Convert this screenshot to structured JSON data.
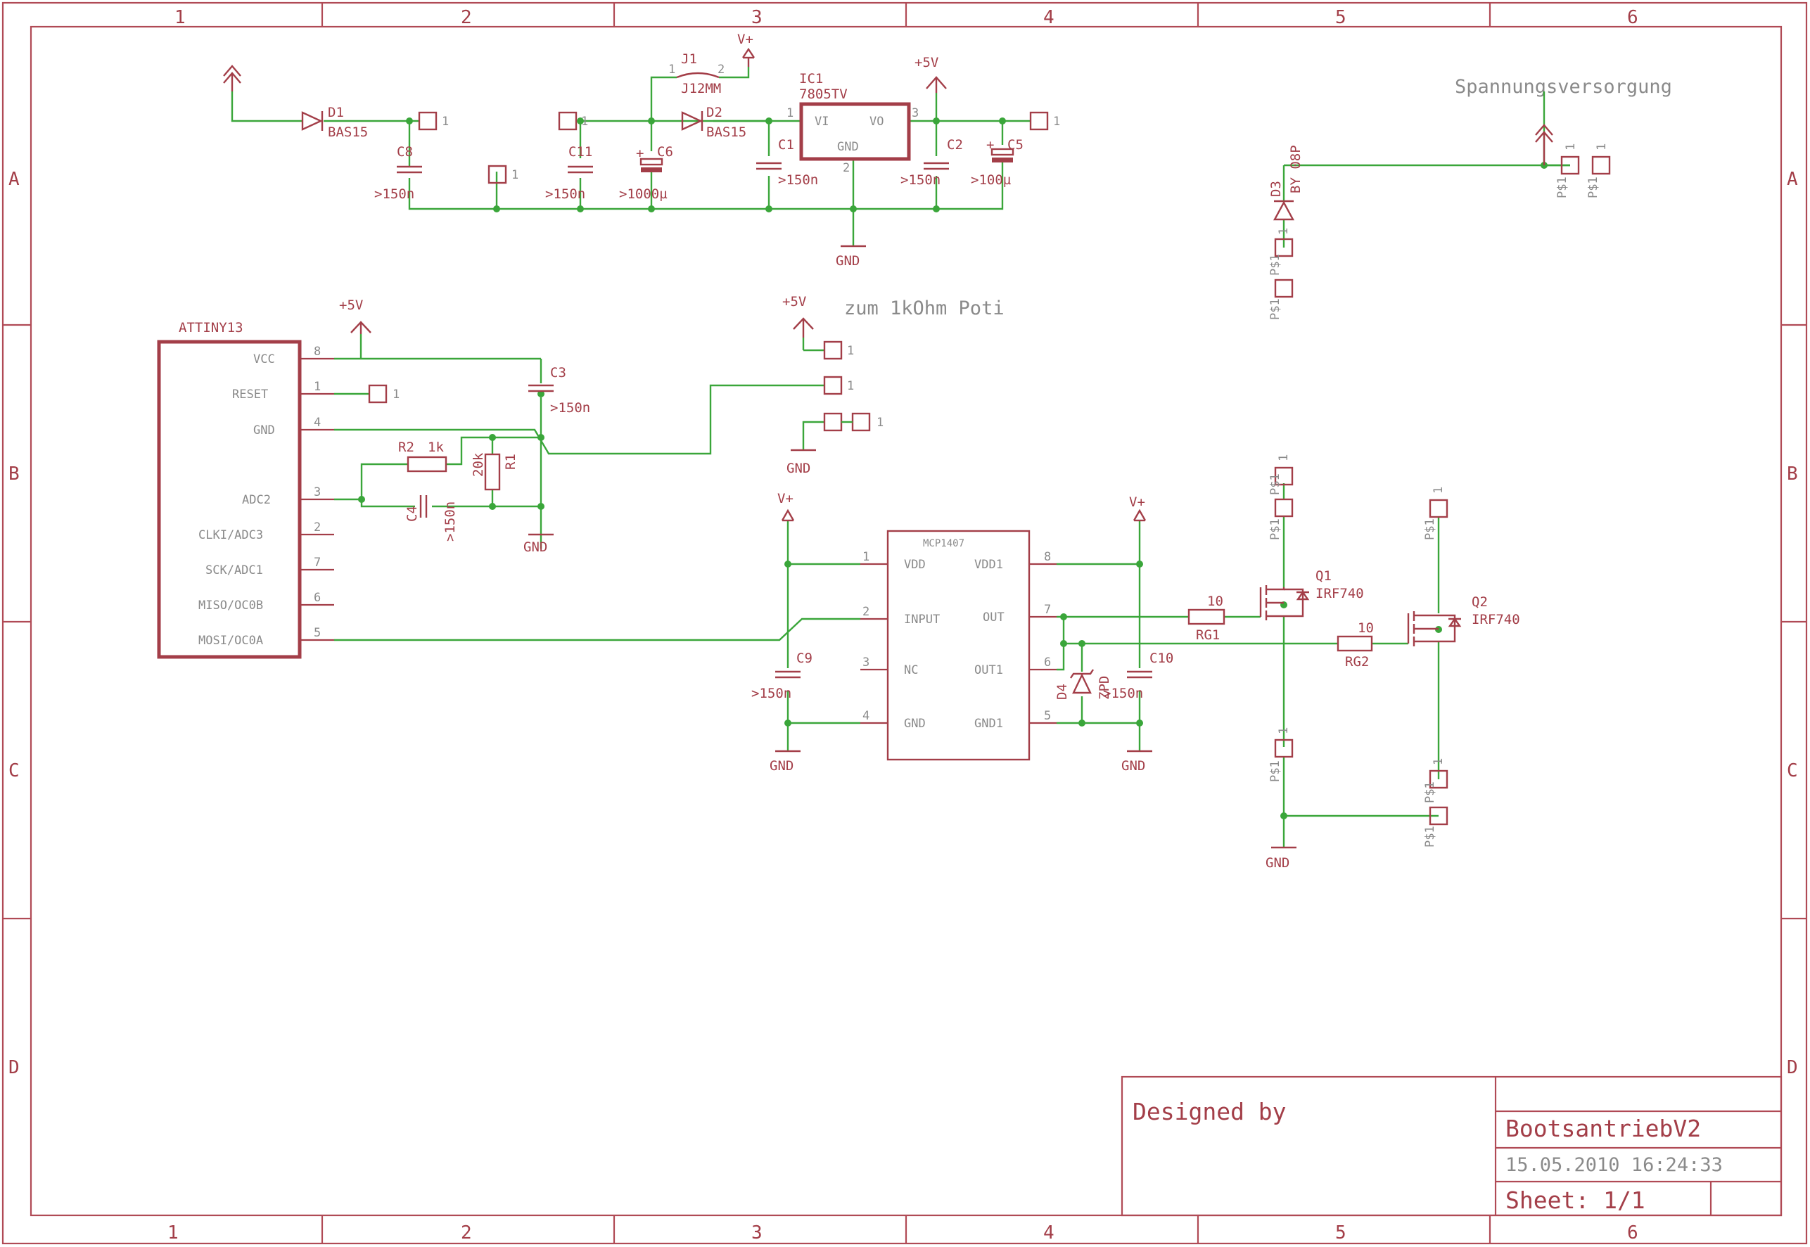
{
  "frame": {
    "columns": [
      "1",
      "2",
      "3",
      "4",
      "5",
      "6"
    ],
    "rows": [
      "A",
      "B",
      "C",
      "D"
    ]
  },
  "title_block": {
    "designed_by": "Designed by",
    "project": "BootsantriebV2",
    "date": "15.05.2010 16:24:33",
    "sheet": "Sheet: 1/1"
  },
  "notes": {
    "supply": "Spannungsversorgung",
    "poti": "zum 1kOhm Poti"
  },
  "supplies": {
    "vplus": "V+",
    "plus5v": "+5V",
    "gnd": "GND"
  },
  "components": {
    "D1": {
      "name": "D1",
      "value": "BAS15"
    },
    "D2": {
      "name": "D2",
      "value": "BAS15"
    },
    "D3": {
      "name": "D3",
      "value": "BY 08P"
    },
    "D4": {
      "name": "D4",
      "value": "ZPD"
    },
    "J1": {
      "name": "J1",
      "value": "J12MM"
    },
    "IC1": {
      "name": "IC1",
      "value": "7805TV",
      "pin_vi": "VI",
      "pin_vo": "VO",
      "pin_gnd": "GND"
    },
    "C1": {
      "name": "C1",
      "value": ">150n"
    },
    "C2": {
      "name": "C2",
      "value": ">150n"
    },
    "C3": {
      "name": "C3",
      "value": ">150n"
    },
    "C4": {
      "name": "C4",
      "value": ">150n"
    },
    "C5": {
      "name": "C5",
      "value": ">100µ"
    },
    "C6": {
      "name": "C6",
      "value": ">1000µ"
    },
    "C8": {
      "name": "C8",
      "value": ">150n"
    },
    "C9": {
      "name": "C9",
      "value": ">150n"
    },
    "C10": {
      "name": "C10",
      "value": ">150n"
    },
    "C11": {
      "name": "C11",
      "value": ">150n"
    },
    "R1": {
      "name": "R1",
      "value": "20k"
    },
    "R2": {
      "name": "R2",
      "value": "1k"
    },
    "RG1": {
      "name": "RG1",
      "value": "10"
    },
    "RG2": {
      "name": "RG2",
      "value": "10"
    },
    "Q1": {
      "name": "Q1",
      "value": "IRF740"
    },
    "Q2": {
      "name": "Q2",
      "value": "IRF740"
    }
  },
  "attiny13": {
    "title": "ATTINY13",
    "pins": [
      {
        "label": "VCC",
        "num": "8"
      },
      {
        "label": "RESET",
        "num": "1"
      },
      {
        "label": "GND",
        "num": "4"
      },
      {
        "label": "ADC2",
        "num": "3"
      },
      {
        "label": "CLKI/ADC3",
        "num": "2"
      },
      {
        "label": "SCK/ADC1",
        "num": "7"
      },
      {
        "label": "MISO/OC0B",
        "num": "6"
      },
      {
        "label": "MOSI/OC0A",
        "num": "5"
      }
    ]
  },
  "mcp1407": {
    "title": "MCP1407",
    "left_pins": [
      {
        "label": "VDD",
        "num": "1"
      },
      {
        "label": "INPUT",
        "num": "2"
      },
      {
        "label": "NC",
        "num": "3"
      },
      {
        "label": "GND",
        "num": "4"
      }
    ],
    "right_pins": [
      {
        "label": "VDD1",
        "num": "8"
      },
      {
        "label": "OUT",
        "num": "7"
      },
      {
        "label": "OUT1",
        "num": "6"
      },
      {
        "label": "GND1",
        "num": "5"
      }
    ]
  },
  "pads": {
    "one": "1",
    "two": "2",
    "ps": "P$1"
  }
}
